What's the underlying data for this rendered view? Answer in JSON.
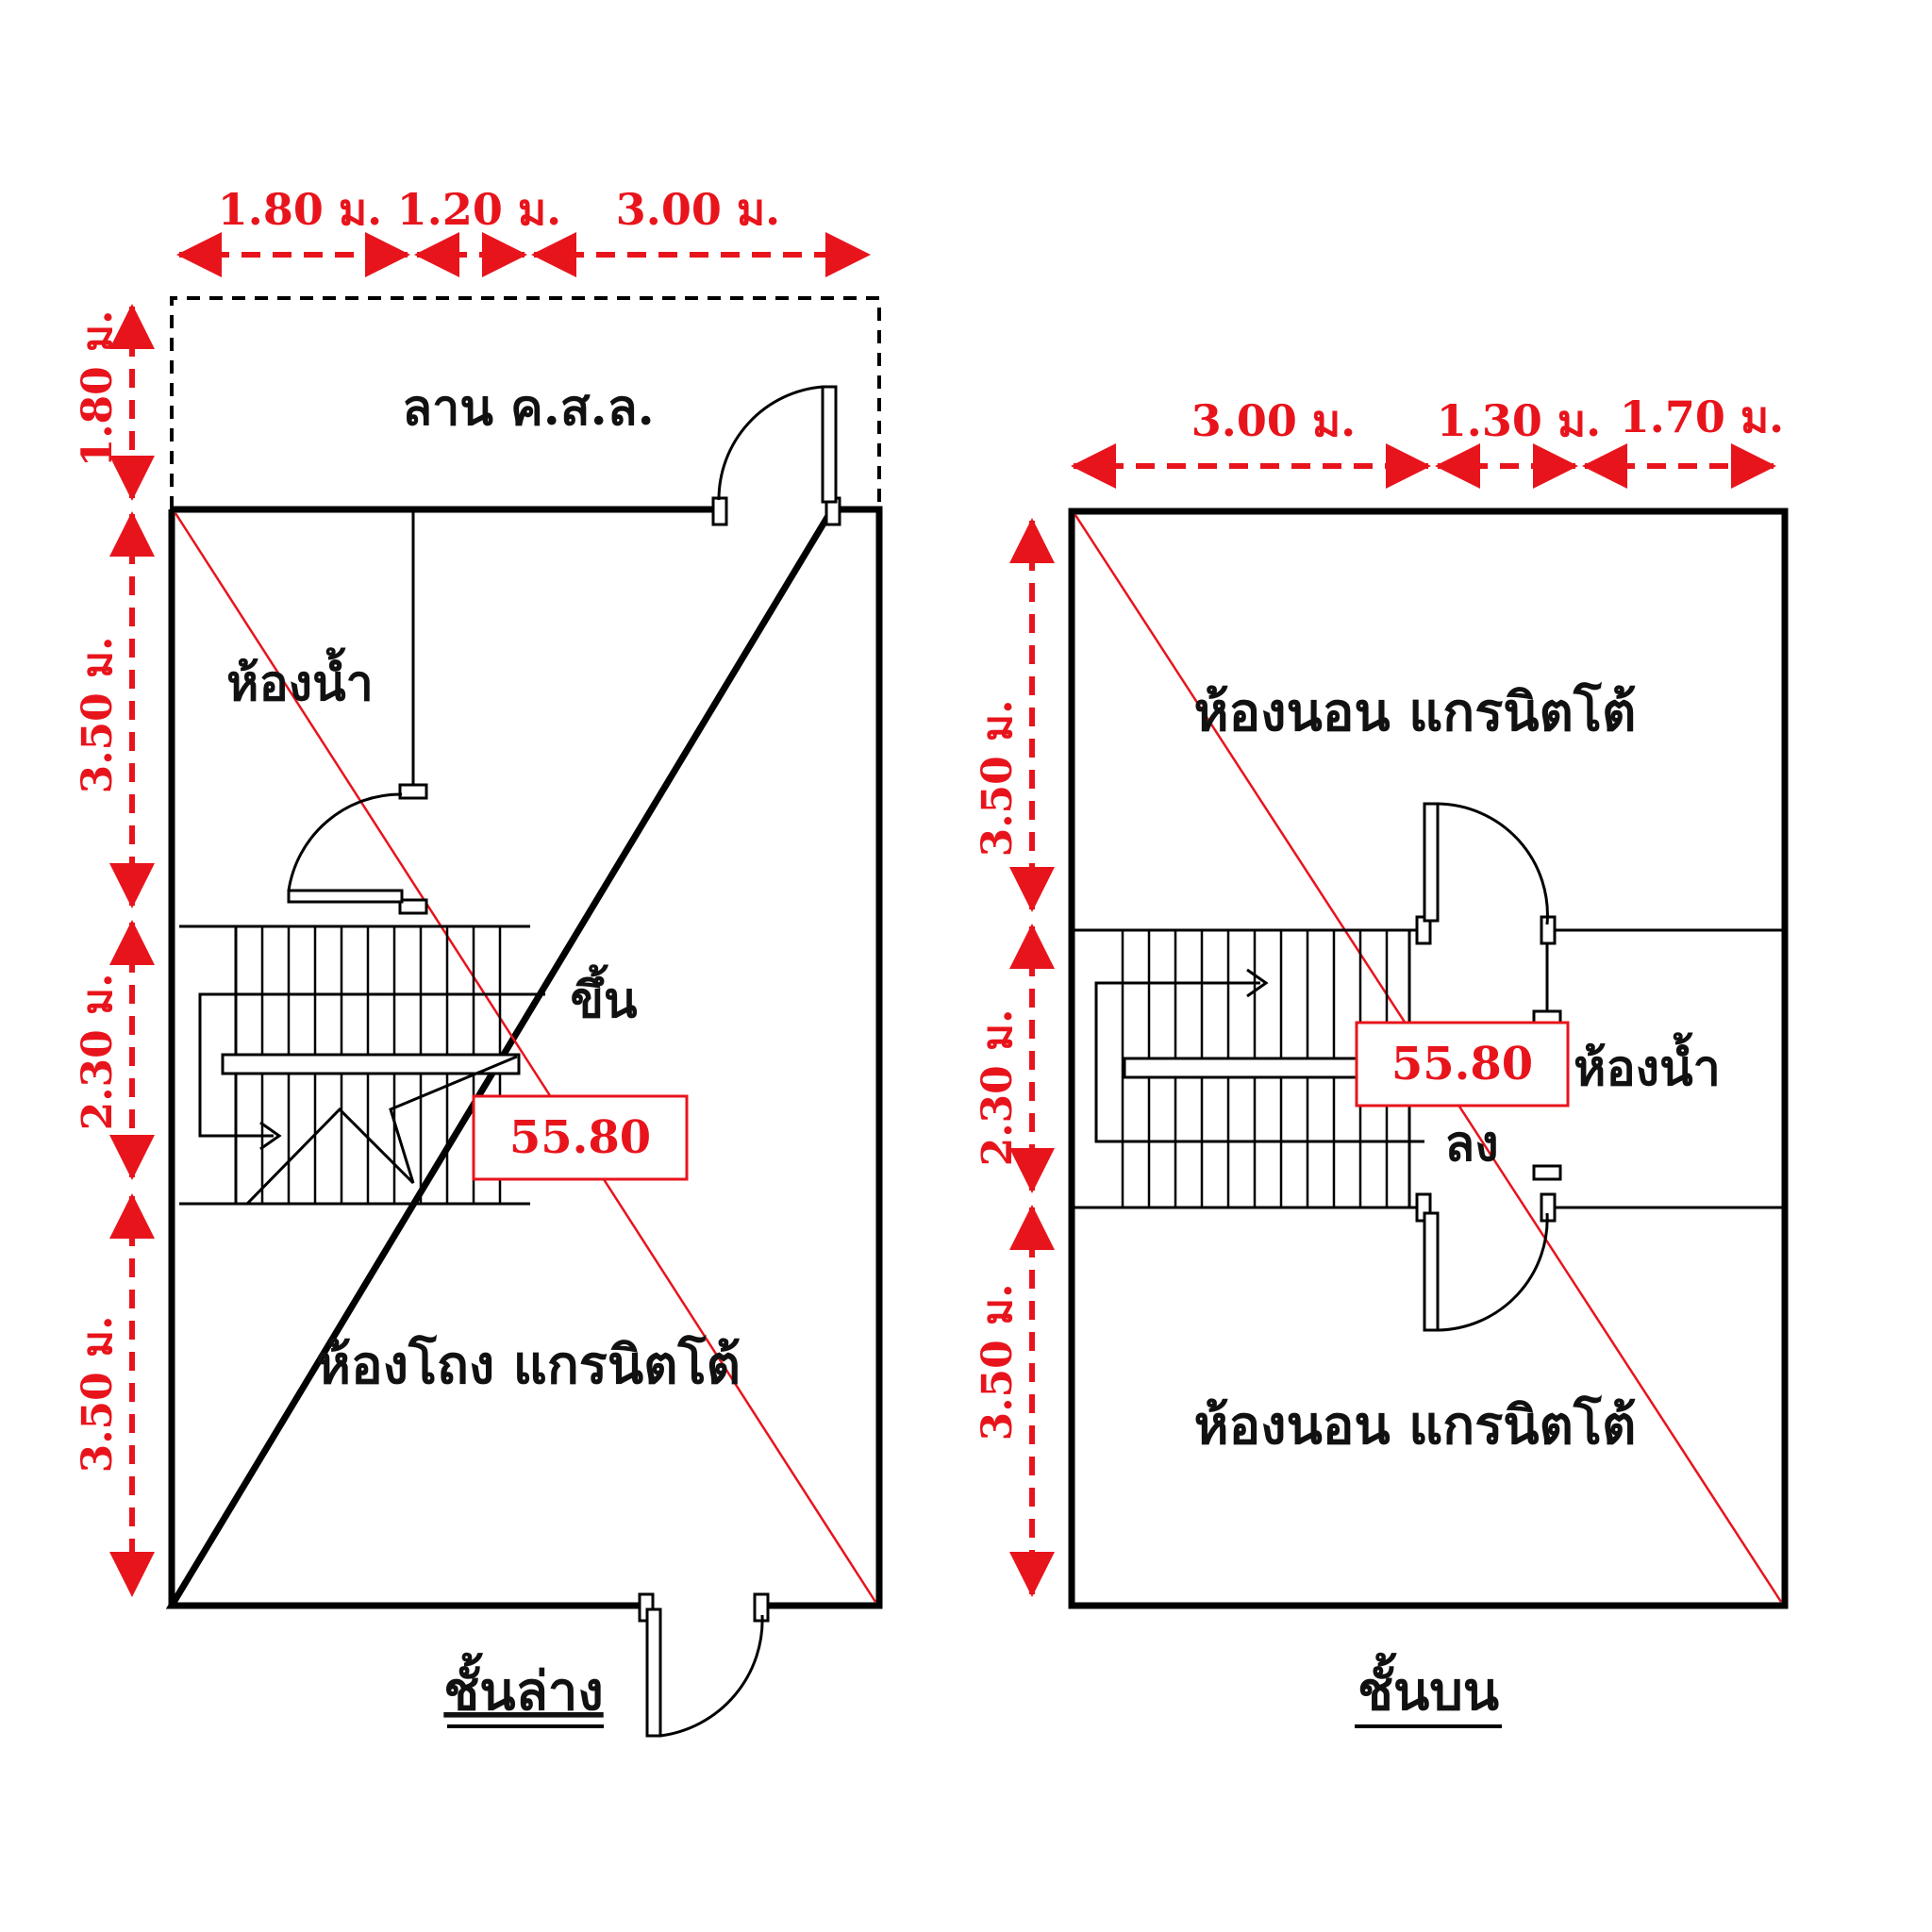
{
  "colors": {
    "dimension_red": "#e8141c",
    "line_black": "#000000",
    "background": "#ffffff"
  },
  "ground_floor": {
    "title": "ชั้นล่าง",
    "top_dims": [
      "1.80 ม.",
      "1.20 ม.",
      "3.00 ม."
    ],
    "side_dims": [
      "1.80 ม.",
      "3.50 ม.",
      "2.30 ม.",
      "3.50 ม."
    ],
    "forecourt_label": "ลาน ค.ส.ล.",
    "bathroom_label": "ห้องน้ำ",
    "stair_label": "ขึ้น",
    "hall_label": "ห้องโถง แกรนิตโต้",
    "area_badge": "55.80"
  },
  "upper_floor": {
    "title": "ชั้นบน",
    "top_dims": [
      "3.00 ม.",
      "1.30 ม.",
      "1.70 ม."
    ],
    "side_dims": [
      "3.50 ม.",
      "2.30 ม.",
      "3.50 ม."
    ],
    "bedroom_front_label": "ห้องนอน แกรนิตโต้",
    "bathroom_label": "ห้องน้ำ",
    "stair_label": "ลง",
    "bedroom_rear_label": "ห้องนอน แกรนิตโต้",
    "area_badge": "55.80"
  }
}
